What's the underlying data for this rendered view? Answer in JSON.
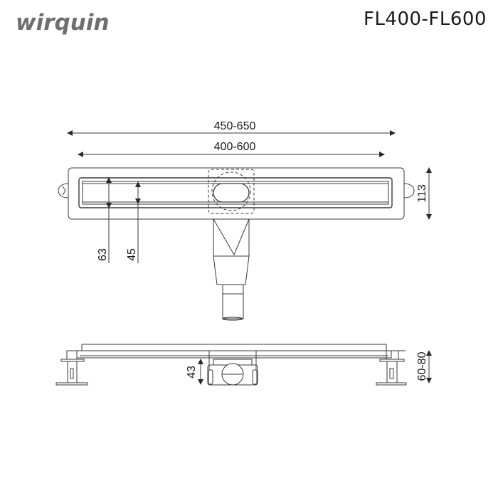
{
  "header": {
    "brand": "wirquin",
    "model": "FL400-FL600"
  },
  "dimensions": {
    "overall_length": "450-650",
    "grate_length": "400-600",
    "body_width": "113",
    "channel_outer_width": "63",
    "channel_inner_width": "45",
    "outlet_height": "43",
    "adjustable_height": "60-80"
  },
  "colors": {
    "line": "#3a3a3a",
    "brand": "#6f6f6f",
    "text": "#1a1a1a"
  }
}
